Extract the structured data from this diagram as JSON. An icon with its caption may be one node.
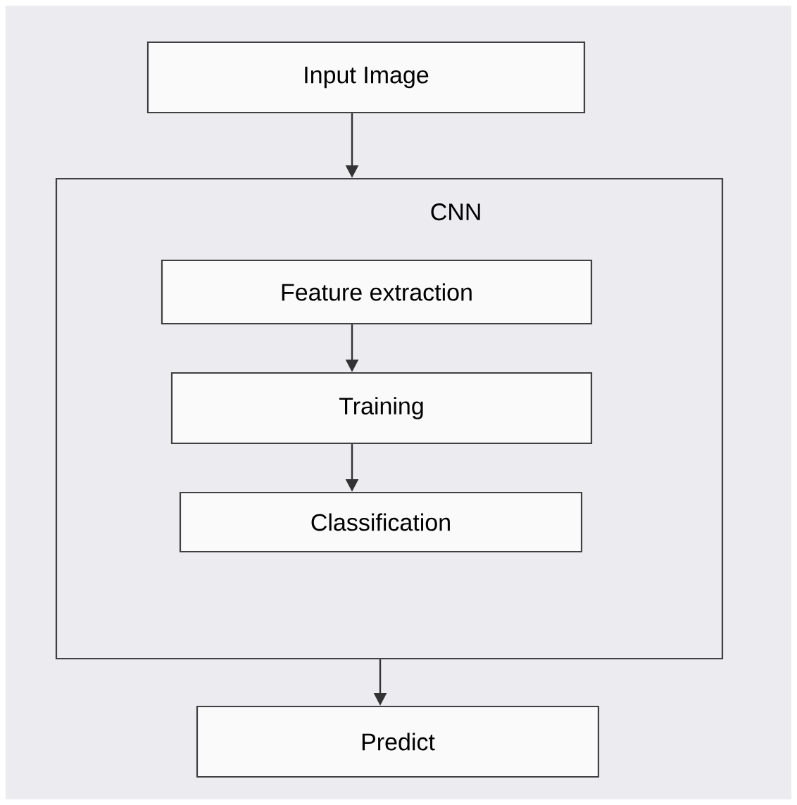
{
  "diagram": {
    "nodes": [
      {
        "text": [
          "Input Image"
        ]
      },
      {
        "text": [
          "CNN"
        ]
      },
      {
        "text": [
          "Feature extraction"
        ],
        "in": 1
      },
      {
        "text": [
          "Training"
        ],
        "in": 1
      },
      {
        "text": [
          "Classification"
        ],
        "in": 1
      },
      {
        "text": [
          "Predict"
        ]
      }
    ],
    "edges": [
      {
        "from": 0,
        "to": 1,
        "arrow": "to"
      },
      {
        "from": 2,
        "to": 3,
        "arrow": "to"
      },
      {
        "from": 3,
        "to": 4,
        "arrow": "to"
      },
      {
        "from": 1,
        "to": 5,
        "arrow": "to"
      }
    ]
  }
}
